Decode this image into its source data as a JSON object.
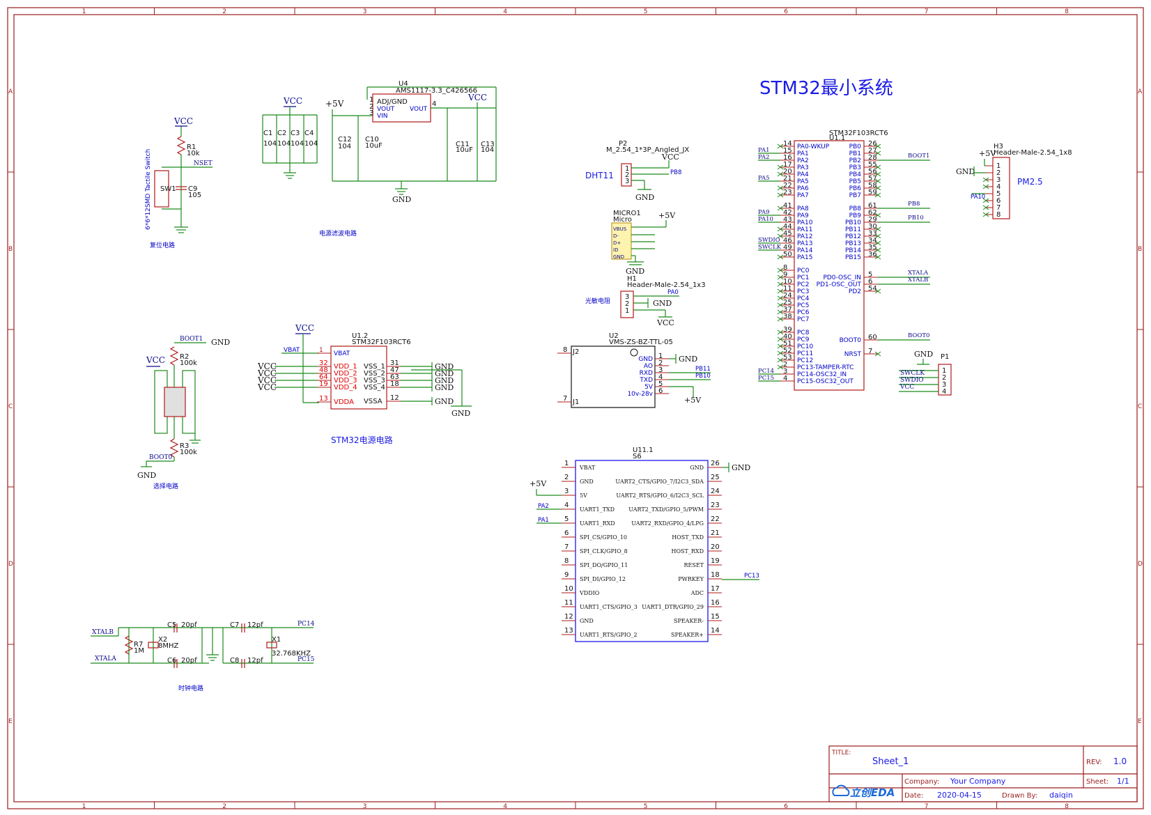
{
  "sheet": {
    "title": "STM32最小系统",
    "column_markers": [
      "1",
      "2",
      "3",
      "4",
      "5",
      "6",
      "7",
      "8"
    ],
    "row_markers": [
      "A",
      "B",
      "C",
      "D",
      "E"
    ]
  },
  "title_block": {
    "title_label": "TITLE:",
    "title_value": "Sheet_1",
    "rev_label": "REV:",
    "rev_value": "1.0",
    "company_label": "Company:",
    "company_value": "Your Company",
    "sheet_label": "Sheet:",
    "sheet_value": "1/1",
    "date_label": "Date:",
    "date_value": "2020-04-15",
    "drawn_label": "Drawn By:",
    "drawn_value": "daiqin",
    "logo_text": "立创EDA"
  },
  "sections": {
    "reset": "复位电路",
    "power_filter": "电源滤波电路",
    "select": "选择电路",
    "stm32_power": "STM32电源电路",
    "clock": "时钟电路",
    "dht": "DHT11",
    "photo": "光敏电阻",
    "pm25": "PM2.5"
  },
  "nets": {
    "vcc": "VCC",
    "p5v": "+5V",
    "gnd": "GND",
    "nset": "NSET",
    "boot1": "BOOT1",
    "boot0": "BOOT0",
    "vbat": "VBAT",
    "xtalb": "XTALB",
    "xtala": "XTALA",
    "pc14": "PC14",
    "pc15": "PC15",
    "pb8": "PB8",
    "pa0": "PA0",
    "pb11": "PB11",
    "pb10": "PB10",
    "pa2": "PA2",
    "pa1": "PA1",
    "pc13": "PC13",
    "pa5": "PA5",
    "pa9": "PA9",
    "pa10": "PA10",
    "swdio": "SWDIO",
    "swclk": "SWCLK"
  },
  "reset_circuit": {
    "r1_ref": "R1",
    "r1_val": "10k",
    "c9_ref": "C9",
    "c9_val": "105",
    "sw_ref": "SW1",
    "sw_val": "6*6*12SMD Tactile Switch"
  },
  "power_caps": {
    "c1": "C1",
    "c2": "C2",
    "c3": "C3",
    "c4": "C4",
    "v104": "104",
    "c12": "C12",
    "c10": "C10",
    "v10uf": "10uF",
    "c11": "C11",
    "c13": "C13"
  },
  "ldo": {
    "ref": "U4",
    "part": "AMS1117-3.3_C426566",
    "pin_adj": "ADJ/GND",
    "pin_vout": "VOUT",
    "pin_vin": "VIN",
    "pin_vout2": "VOUT",
    "n1": "1",
    "n2": "2",
    "n3": "3",
    "n4": "4"
  },
  "select_circuit": {
    "r2_ref": "R2",
    "r2_val": "100k",
    "r3_ref": "R3",
    "r3_val": "100k"
  },
  "mcu_power": {
    "ref": "U1.2",
    "part": "STM32F103RCT6",
    "left_pins": [
      {
        "num": "1",
        "name": "VBAT"
      },
      {
        "num": "32",
        "name": "VDD_1"
      },
      {
        "num": "48",
        "name": "VDD_2"
      },
      {
        "num": "64",
        "name": "VDD_3"
      },
      {
        "num": "19",
        "name": "VDD_4"
      },
      {
        "num": "13",
        "name": "VDDA"
      }
    ],
    "right_pins": [
      {
        "num": "31",
        "name": "VSS_1"
      },
      {
        "num": "47",
        "name": "VSS_2"
      },
      {
        "num": "63",
        "name": "VSS_3"
      },
      {
        "num": "18",
        "name": "VSS_4"
      },
      {
        "num": "12",
        "name": "VSSA"
      }
    ]
  },
  "clock_circuit": {
    "c5": "C5",
    "c6": "C6",
    "v20pf": "20pf",
    "c7": "C7",
    "c8": "C8",
    "v12pf": "12pf",
    "r7_ref": "R7",
    "r7_val": "1M",
    "x2_ref": "X2",
    "x2_val": "8MHZ",
    "x1_ref": "X1",
    "x1_val": "32.768KHZ"
  },
  "dht11": {
    "ref": "P2",
    "part": "M_2.54_1*3P_Angled_JX",
    "pins": [
      "1",
      "2",
      "3"
    ]
  },
  "micro_usb": {
    "ref": "MICRO1",
    "part": "Micro",
    "pins": [
      "VBUS",
      "D-",
      "D+",
      "ID",
      "GND"
    ]
  },
  "h1": {
    "ref": "H1",
    "part": "Header-Male-2.54_1x3",
    "pins": [
      "3",
      "2",
      "1"
    ]
  },
  "u2": {
    "ref": "U2",
    "part": "VMS-ZS-BZ-TTL-05",
    "j2": "J2",
    "j1": "J1",
    "n8": "8",
    "n7": "7",
    "pins": [
      {
        "num": "1",
        "name": "GND"
      },
      {
        "num": "2",
        "name": "AO"
      },
      {
        "num": "3",
        "name": "RXD"
      },
      {
        "num": "4",
        "name": "TXD"
      },
      {
        "num": "5",
        "name": "5V"
      },
      {
        "num": "6",
        "name": "10v-28v"
      }
    ]
  },
  "u11": {
    "ref": "U11.1",
    "part": "S6",
    "left_pins": [
      {
        "num": "1",
        "name": "VBAT"
      },
      {
        "num": "2",
        "name": "GND"
      },
      {
        "num": "3",
        "name": "5V"
      },
      {
        "num": "4",
        "name": "UART1_TXD"
      },
      {
        "num": "5",
        "name": "UART1_RXD"
      },
      {
        "num": "6",
        "name": "SPI_CS/GPIO_10"
      },
      {
        "num": "7",
        "name": "SPI_CLK/GPIO_8"
      },
      {
        "num": "8",
        "name": "SPI_DO/GPIO_11"
      },
      {
        "num": "9",
        "name": "SPI_DI/GPIO_12"
      },
      {
        "num": "10",
        "name": "VDDIO"
      },
      {
        "num": "11",
        "name": "UART1_CTS/GPIO_3"
      },
      {
        "num": "12",
        "name": "GND"
      },
      {
        "num": "13",
        "name": "UART1_RTS/GPIO_2"
      }
    ],
    "right_pins": [
      {
        "num": "26",
        "name": "GND"
      },
      {
        "num": "25",
        "name": "UART2_CTS/GPIO_7/I2C3_SDA"
      },
      {
        "num": "24",
        "name": "UART2_RTS/GPIO_6/I2C3_SCL"
      },
      {
        "num": "23",
        "name": "UART2_TXD/GPIO_5/PWM"
      },
      {
        "num": "22",
        "name": "UART2_RXD/GPIO_4/LPG"
      },
      {
        "num": "21",
        "name": "HOST_TXD"
      },
      {
        "num": "20",
        "name": "HOST_RXD"
      },
      {
        "num": "19",
        "name": "RESET"
      },
      {
        "num": "18",
        "name": "PWRKEY"
      },
      {
        "num": "17",
        "name": "ADC"
      },
      {
        "num": "16",
        "name": "UART1_DTR/GPIO_29"
      },
      {
        "num": "15",
        "name": "SPEAKER-"
      },
      {
        "num": "14",
        "name": "SPEAKER+"
      }
    ]
  },
  "u1": {
    "ref": "U1.1",
    "part": "STM32F103RCT6",
    "left_pins": [
      {
        "num": "14",
        "name": "PA0-WKUP"
      },
      {
        "num": "15",
        "name": "PA1"
      },
      {
        "num": "16",
        "name": "PA2"
      },
      {
        "num": "17",
        "name": "PA3"
      },
      {
        "num": "20",
        "name": "PA4"
      },
      {
        "num": "21",
        "name": "PA5"
      },
      {
        "num": "22",
        "name": "PA6"
      },
      {
        "num": "23",
        "name": "PA7"
      },
      {
        "num": "41",
        "name": "PA8"
      },
      {
        "num": "42",
        "name": "PA9"
      },
      {
        "num": "43",
        "name": "PA10"
      },
      {
        "num": "44",
        "name": "PA11"
      },
      {
        "num": "45",
        "name": "PA12"
      },
      {
        "num": "46",
        "name": "PA13"
      },
      {
        "num": "49",
        "name": "PA14"
      },
      {
        "num": "50",
        "name": "PA15"
      },
      {
        "num": "8",
        "name": "PC0"
      },
      {
        "num": "9",
        "name": "PC1"
      },
      {
        "num": "10",
        "name": "PC2"
      },
      {
        "num": "11",
        "name": "PC3"
      },
      {
        "num": "24",
        "name": "PC4"
      },
      {
        "num": "25",
        "name": "PC5"
      },
      {
        "num": "37",
        "name": "PC6"
      },
      {
        "num": "38",
        "name": "PC7"
      },
      {
        "num": "39",
        "name": "PC8"
      },
      {
        "num": "40",
        "name": "PC9"
      },
      {
        "num": "51",
        "name": "PC10"
      },
      {
        "num": "52",
        "name": "PC11"
      },
      {
        "num": "53",
        "name": "PC12"
      },
      {
        "num": "2",
        "name": "PC13-TAMPER-RTC"
      },
      {
        "num": "3",
        "name": "PC14-OSC32_IN"
      },
      {
        "num": "4",
        "name": "PC15-OSC32_OUT"
      }
    ],
    "right_pins": [
      {
        "num": "26",
        "name": "PB0"
      },
      {
        "num": "27",
        "name": "PB1"
      },
      {
        "num": "28",
        "name": "PB2"
      },
      {
        "num": "55",
        "name": "PB3"
      },
      {
        "num": "56",
        "name": "PB4"
      },
      {
        "num": "57",
        "name": "PB5"
      },
      {
        "num": "58",
        "name": "PB6"
      },
      {
        "num": "59",
        "name": "PB7"
      },
      {
        "num": "61",
        "name": "PB8"
      },
      {
        "num": "62",
        "name": "PB9"
      },
      {
        "num": "29",
        "name": "PB10"
      },
      {
        "num": "30",
        "name": "PB11"
      },
      {
        "num": "33",
        "name": "PB12"
      },
      {
        "num": "34",
        "name": "PB13"
      },
      {
        "num": "35",
        "name": "PB14"
      },
      {
        "num": "36",
        "name": "PB15"
      },
      {
        "num": "5",
        "name": "PD0-OSC_IN"
      },
      {
        "num": "6",
        "name": "PD1-OSC_OUT"
      },
      {
        "num": "54",
        "name": "PD2"
      },
      {
        "num": "60",
        "name": "BOOT0"
      },
      {
        "num": "7",
        "name": "NRST"
      }
    ]
  },
  "h3": {
    "ref": "H3",
    "part": "Header-Male-2.54_1x8",
    "pins": [
      "1",
      "2",
      "3",
      "4",
      "5",
      "6",
      "7",
      "8"
    ]
  },
  "p1": {
    "ref": "P1",
    "pins": [
      "1",
      "2",
      "3",
      "4"
    ]
  }
}
